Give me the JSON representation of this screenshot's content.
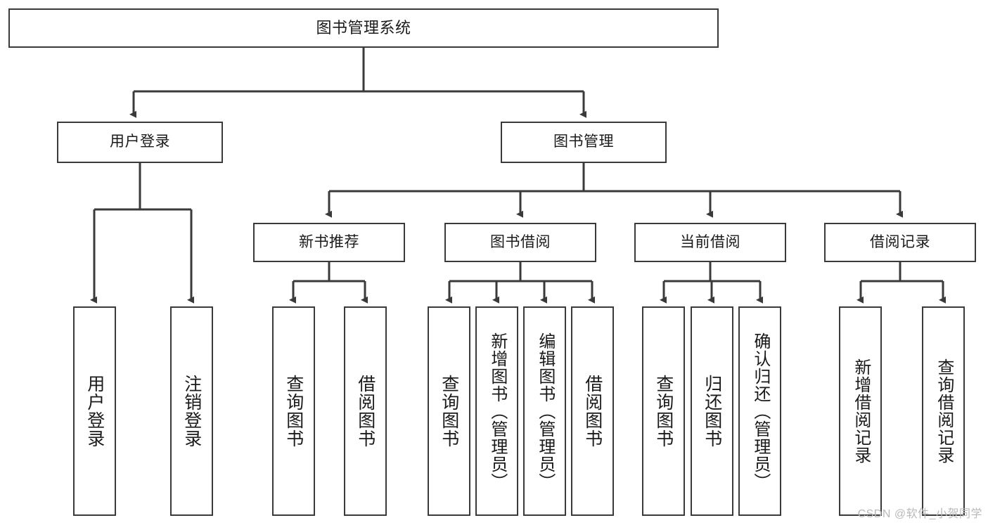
{
  "diagram": {
    "title": "图书管理系统",
    "type": "hierarchy-tree",
    "watermark": "CSDN @软件_小贺同学",
    "colors": {
      "stroke": "#3a3a3a",
      "fill": "#ffffff",
      "text": "#1a1a1a",
      "watermark": "#b9b9b9"
    },
    "nodes": {
      "root": {
        "label": "图书管理系统"
      },
      "level2": [
        {
          "label": "用户登录"
        },
        {
          "label": "图书管理"
        }
      ],
      "level3": [
        {
          "label": "新书推荐"
        },
        {
          "label": "图书借阅"
        },
        {
          "label": "当前借阅"
        },
        {
          "label": "借阅记录"
        }
      ],
      "leaves_login": [
        {
          "label": "用户登录"
        },
        {
          "label": "注销登录"
        }
      ],
      "leaves_newbook": [
        {
          "label": "查询图书"
        },
        {
          "label": "借阅图书"
        }
      ],
      "leaves_borrow": [
        {
          "label": "查询图书"
        },
        {
          "label": "新增图书（管理员）"
        },
        {
          "label": "编辑图书（管理员）"
        },
        {
          "label": "借阅图书"
        }
      ],
      "leaves_current": [
        {
          "label": "查询图书"
        },
        {
          "label": "归还图书"
        },
        {
          "label": "确认归还（管理员）"
        }
      ],
      "leaves_record": [
        {
          "label": "新增借阅记录"
        },
        {
          "label": "查询借阅记录"
        }
      ]
    }
  }
}
